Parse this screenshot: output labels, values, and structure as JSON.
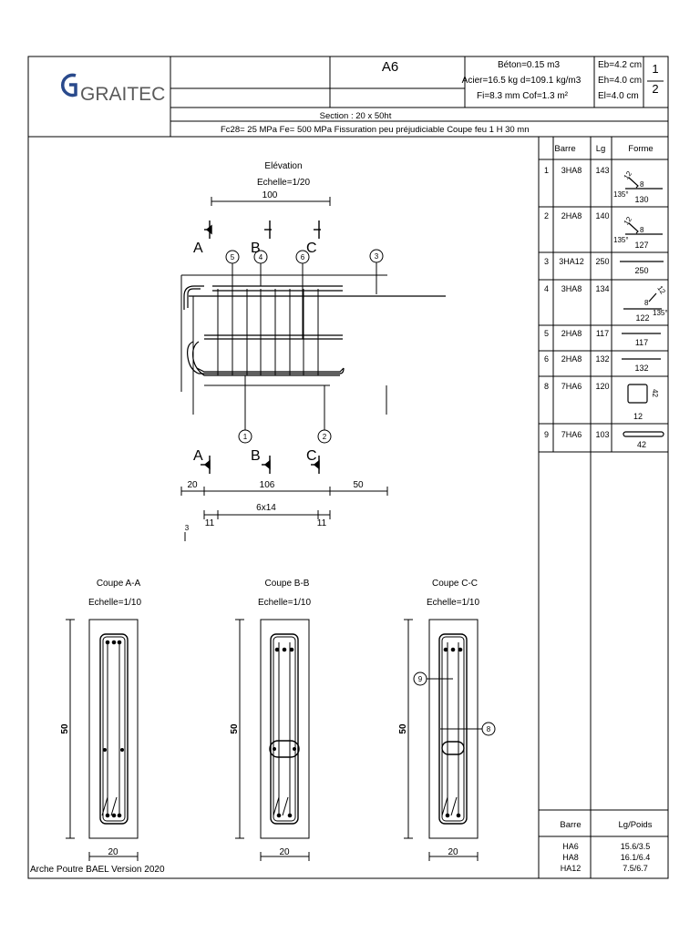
{
  "logo_text": "GRAITEC",
  "header": {
    "name": "A6",
    "qty1": "Béton=0.15 m3",
    "qty2": "Acier=16.5 kg d=109.1 kg/m3",
    "qty3": "Fi=8.3 mm Cof=1.3 m²",
    "eb": "Eb=4.2 cm",
    "eh": "Eh=4.0 cm",
    "el": "El=4.0 cm",
    "page_num": "1",
    "page_total": "2",
    "section": "Section :  20 x  50ht",
    "materials": "Fc28=  25 MPa Fe=  500 MPa Fissuration peu préjudiciable Coupe feu 1 H 30 mn"
  },
  "elevation": {
    "title": "Elévation",
    "scale": "Echelle=1/20",
    "dim_top": "100",
    "cut_labels": [
      "A",
      "B",
      "C"
    ],
    "bar_marks_top": [
      "5",
      "4",
      "6",
      "3"
    ],
    "bar_marks_bottom": [
      "1",
      "2"
    ],
    "dims_bottom": [
      "20",
      "106",
      "50"
    ],
    "spacing": "6x14",
    "spacing_ends": [
      "11",
      "11"
    ],
    "small_mark": "3"
  },
  "sections": [
    {
      "title": "Coupe A-A",
      "scale": "Echelle=1/10",
      "height": "50",
      "width": "20"
    },
    {
      "title": "Coupe B-B",
      "scale": "Echelle=1/10",
      "height": "50",
      "width": "20"
    },
    {
      "title": "Coupe C-C",
      "scale": "Echelle=1/10",
      "height": "50",
      "width": "20",
      "marks": [
        "9",
        "8"
      ]
    }
  ],
  "bar_table": {
    "headers": [
      "Barre",
      "Lg",
      "Forme"
    ],
    "rows": [
      {
        "n": "1",
        "bar": "3HA8",
        "lg": "143",
        "dims": [
          "12",
          "8",
          "135°",
          "130"
        ]
      },
      {
        "n": "2",
        "bar": "2HA8",
        "lg": "140",
        "dims": [
          "12",
          "8",
          "135°",
          "127"
        ]
      },
      {
        "n": "3",
        "bar": "3HA12",
        "lg": "250",
        "dims": [
          "250"
        ]
      },
      {
        "n": "4",
        "bar": "3HA8",
        "lg": "134",
        "dims": [
          "12",
          "8",
          "135°",
          "122"
        ]
      },
      {
        "n": "5",
        "bar": "2HA8",
        "lg": "117",
        "dims": [
          "117"
        ]
      },
      {
        "n": "6",
        "bar": "2HA8",
        "lg": "132",
        "dims": [
          "132"
        ]
      },
      {
        "n": "8",
        "bar": "7HA6",
        "lg": "120",
        "dims": [
          "42",
          "12"
        ]
      },
      {
        "n": "9",
        "bar": "7HA6",
        "lg": "103",
        "dims": [
          "42"
        ]
      }
    ]
  },
  "summary": {
    "headers": [
      "Barre",
      "Lg/Poids"
    ],
    "rows": [
      {
        "bar": "HA6",
        "val": "15.6/3.5"
      },
      {
        "bar": "HA8",
        "val": "16.1/6.4"
      },
      {
        "bar": "HA12",
        "val": "7.5/6.7"
      }
    ]
  },
  "footer": "Arche Poutre BAEL Version 2020"
}
